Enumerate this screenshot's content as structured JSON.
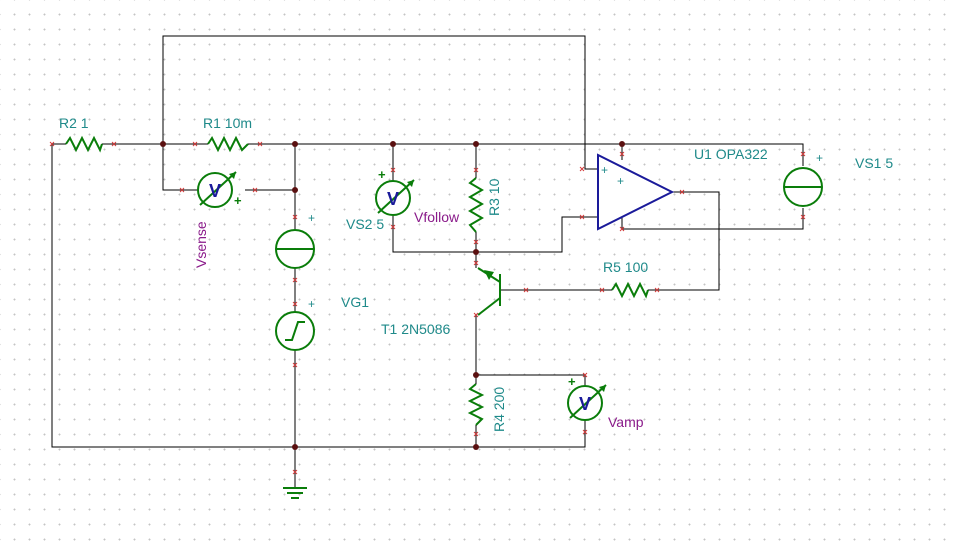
{
  "labels": {
    "r2": "R2 1",
    "r1": "R1 10m",
    "r3": "R3 10",
    "r4": "R4 200",
    "r5": "R5 100",
    "vs2": "VS2 5",
    "vs1": "VS1 5",
    "vg1": "VG1",
    "t1": "T1 2N5086",
    "u1": "U1 OPA322",
    "vsense": "Vsense",
    "vfollow": "Vfollow",
    "vamp": "Vamp"
  },
  "symbols": {
    "plus": "+",
    "voltmeter_letter": "V"
  },
  "colors": {
    "component": "#0a7d0a",
    "label": "#1f8a8a",
    "meter_label": "#8a1a8a",
    "pin_mark": "#d23a3a",
    "wire": "#000000",
    "amplifier": "#1a1a9a"
  }
}
